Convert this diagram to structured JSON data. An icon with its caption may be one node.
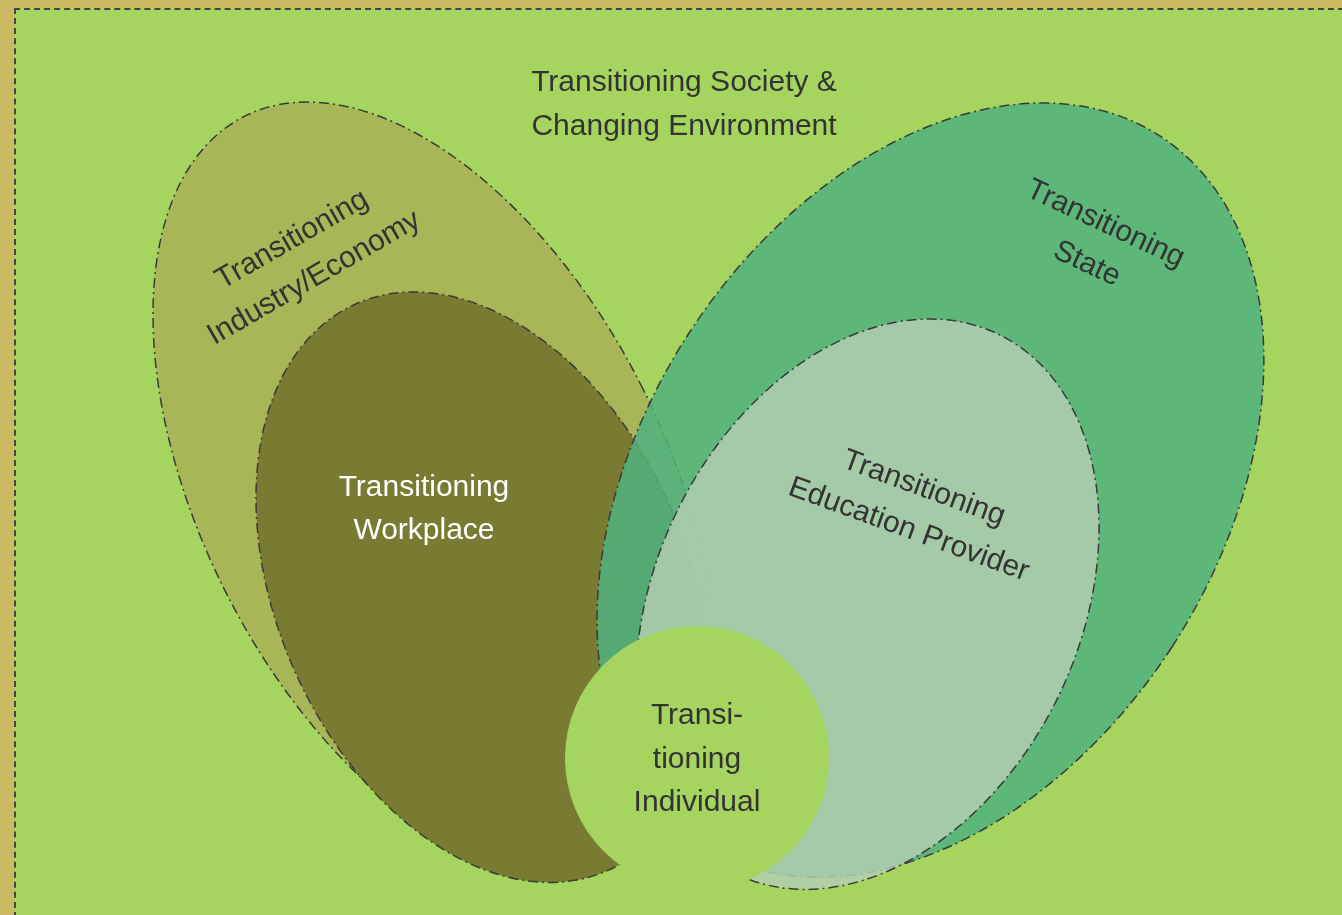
{
  "diagram": {
    "nodes": [
      {
        "text": [
          "Transitioning Society & Changing Environment"
        ]
      },
      {
        "text": [
          "Transitioning Industry/Economy"
        ],
        "in": 0
      },
      {
        "text": [
          "Transitioning Workplace"
        ],
        "in": 1
      },
      {
        "text": [
          "Transitioning State"
        ],
        "in": 0
      },
      {
        "text": [
          "Transitioning Education Provider"
        ],
        "in": 3
      },
      {
        "text": [
          "Transi- tioning Individual"
        ],
        "in": 0
      }
    ]
  }
}
